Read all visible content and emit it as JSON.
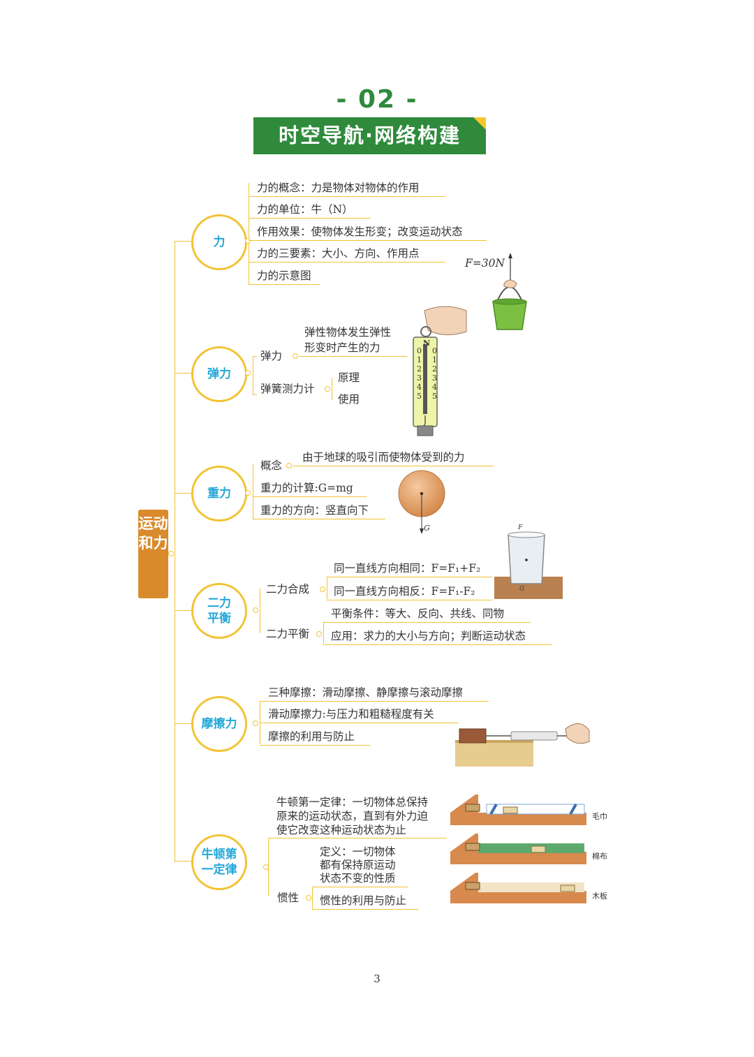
{
  "header": {
    "number": "- 02 -",
    "banner": "时空导航·网络构建"
  },
  "root": {
    "label": "运动和力"
  },
  "li": {
    "title": "力",
    "items": [
      "力的概念：力是物体对物体的作用",
      "力的单位：牛（N）",
      "作用效果：使物体发生形变；改变运动状态",
      "力的三要素：大小、方向、作用点",
      "力的示意图"
    ],
    "fig_label": "F=30N"
  },
  "tanli": {
    "title": "弹力",
    "elastic": "弹力",
    "elastic_def_1": "弹性物体发生弹性",
    "elastic_def_2": "形变时产生的力",
    "meter": "弹簧测力计",
    "principle": "原理",
    "usage": "使用",
    "scale_unit": "N",
    "scale_ticks": [
      "0",
      "1",
      "2",
      "3",
      "4",
      "5"
    ]
  },
  "zhongli": {
    "title": "重力",
    "concept": "概念",
    "concept_def": "由于地球的吸引而使物体受到的力",
    "calc": "重力的计算:G=mg",
    "direction": "重力的方向：竖直向下",
    "fig_label": "G"
  },
  "balance": {
    "title_1": "二力",
    "title_2": "平衡",
    "compose": "二力合成",
    "same_dir": "同一直线方向相同：F=F₁+F₂",
    "opp_dir": "同一直线方向相反：F=F₁-F₂",
    "balance": "二力平衡",
    "condition": "平衡条件：等大、反向、共线、同物",
    "application": "应用：求力的大小与方向；判断运动状态",
    "fig_label_f": "F",
    "fig_label_g": "G"
  },
  "friction": {
    "title": "摩擦力",
    "items": [
      "三种摩擦：滑动摩擦、静摩擦与滚动摩擦",
      "滑动摩擦力:与压力和粗糙程度有关",
      "摩擦的利用与防止"
    ]
  },
  "newton": {
    "title_1": "牛顿第",
    "title_2": "一定律",
    "law_1": "牛顿第一定律：一切物体总保持",
    "law_2": "原来的运动状态，直到有外力迫",
    "law_3": "使它改变这种运动状态为止",
    "def_1": "定义：一切物体",
    "def_2": "都有保持原运动",
    "def_3": "状态不变的性质",
    "inertia": "惯性",
    "inertia_use": "惯性的利用与防止",
    "surfaces": [
      "毛巾",
      "棉布",
      "木板"
    ]
  },
  "page_number": "3",
  "colors": {
    "green": "#2f8a3c",
    "orange": "#d98a2b",
    "yellow": "#f2c333",
    "blue": "#23a7d8"
  }
}
